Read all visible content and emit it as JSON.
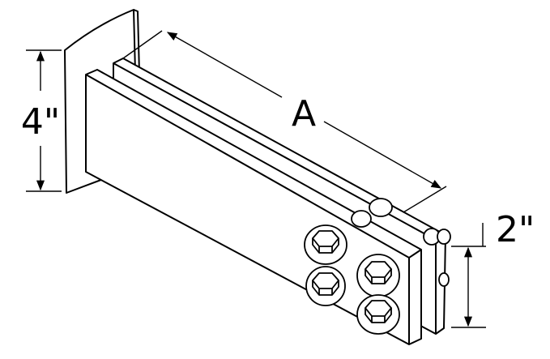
{
  "diagram": {
    "labels": {
      "length": "A",
      "height": "4\"",
      "bolt_spacing": "2\""
    },
    "colors": {
      "stroke": "#000000",
      "fill": "#ffffff"
    },
    "icons": [
      "bracket-drawing",
      "hex-bolt-icon"
    ]
  }
}
